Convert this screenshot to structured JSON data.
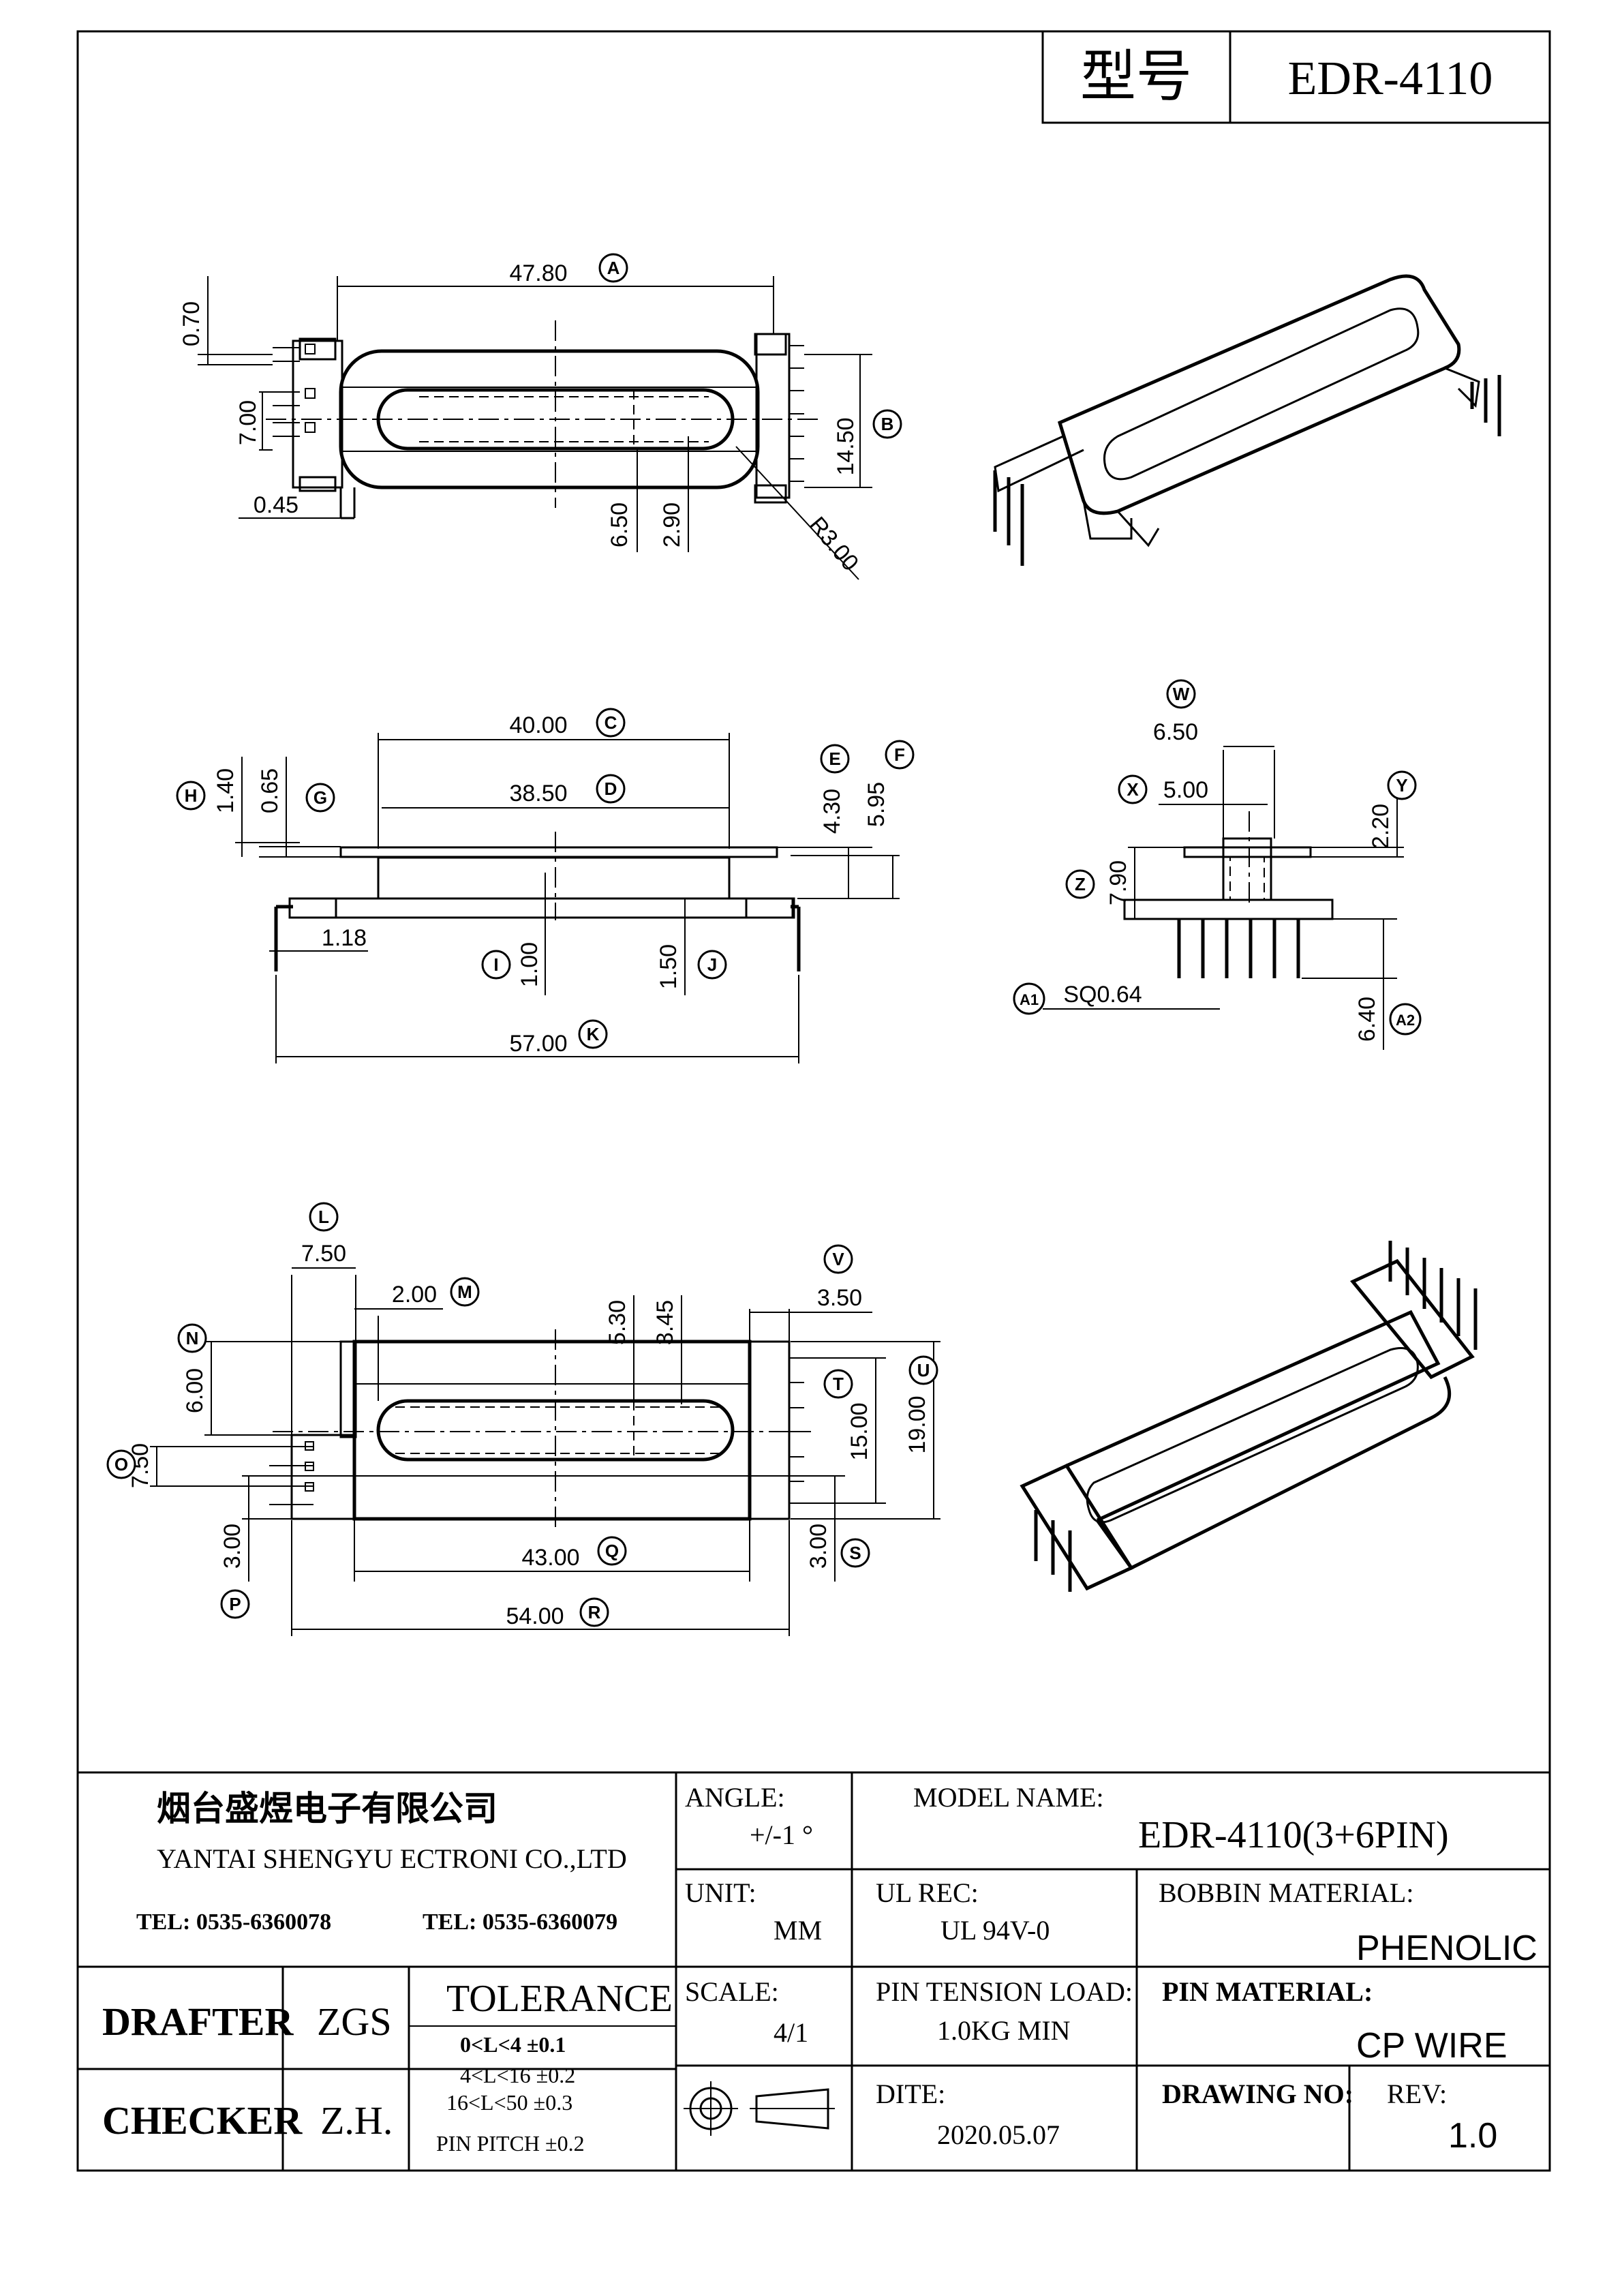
{
  "header": {
    "model_label": "型号",
    "model_value": "EDR-4110"
  },
  "dimensions": {
    "top_view": {
      "A": "47.80",
      "B": "14.50",
      "h070": "0.70",
      "h700": "7.00",
      "h045": "0.45",
      "h650": "6.50",
      "h290": "2.90",
      "r300": "R3.00"
    },
    "side_view": {
      "C": "40.00",
      "D": "38.50",
      "E": "4.30",
      "F": "5.95",
      "G": "0.65",
      "H": "1.40",
      "I": "1.00",
      "J": "1.50",
      "K": "57.00",
      "h118": "1.18"
    },
    "end_view": {
      "W": "6.50",
      "X": "5.00",
      "Y": "2.20",
      "Z": "7.90",
      "A1": "SQ0.64",
      "A2": "6.40"
    },
    "bottom_view": {
      "L": "7.50",
      "M": "2.00",
      "h530": "5.30",
      "h345": "3.45",
      "V": "3.50",
      "N": "6.00",
      "O": "7.50",
      "T": "15.00",
      "U": "19.00",
      "Q": "43.00",
      "R": "54.00",
      "P": "3.00",
      "S": "3.00"
    }
  },
  "bubbles": {
    "A": "A",
    "B": "B",
    "C": "C",
    "D": "D",
    "E": "E",
    "F": "F",
    "G": "G",
    "H": "H",
    "I": "I",
    "J": "J",
    "K": "K",
    "L": "L",
    "M": "M",
    "N": "N",
    "O": "O",
    "P": "P",
    "Q": "Q",
    "R": "R",
    "S": "S",
    "T": "T",
    "U": "U",
    "V": "V",
    "W": "W",
    "X": "X",
    "Y": "Y",
    "Z": "Z",
    "A1": "A1",
    "A2": "A2"
  },
  "title_block": {
    "company_cn": "烟台盛煜电子有限公司",
    "company_en": "YANTAI SHENGYU ECTRONI CO.,LTD",
    "tel1": "TEL: 0535-6360078",
    "tel2": "TEL: 0535-6360079",
    "angle_label": "ANGLE:",
    "angle_value": "+/-1 °",
    "model_name_label": "MODEL NAME:",
    "model_name_value": "EDR-4110(3+6PIN)",
    "unit_label": "UNIT:",
    "unit_value": "MM",
    "ul_label": "UL REC:",
    "ul_value": "UL 94V-0",
    "bobbin_label": "BOBBIN MATERIAL:",
    "bobbin_value": "PHENOLIC",
    "drafter_label": "DRAFTER",
    "drafter_value": "ZGS",
    "checker_label": "CHECKER",
    "checker_value": "Z.H.",
    "tolerance_label": "TOLERANCE",
    "tol1": "0<L<4    ±0.1",
    "tol2": "4<L<16   ±0.2",
    "tol3": "16<L<50  ±0.3",
    "tol4": "PIN PITCH  ±0.2",
    "scale_label": "SCALE:",
    "scale_value": "4/1",
    "pin_tension_label": "PIN TENSION LOAD:",
    "pin_tension_value": "1.0KG MIN",
    "pin_material_label": "PIN MATERIAL:",
    "pin_material_value": "CP WIRE",
    "date_label": "DITE:",
    "date_value": "2020.05.07",
    "drawing_no_label": "DRAWING NO:",
    "rev_label": "REV:",
    "rev_value": "1.0"
  }
}
